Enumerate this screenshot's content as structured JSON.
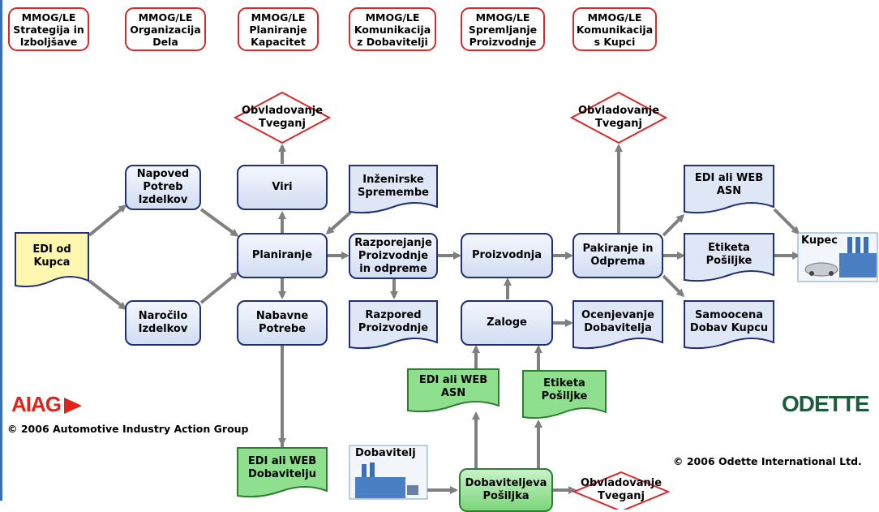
{
  "colors": {
    "accent_red": "#d62a2a",
    "process_border": "#1f2f7a",
    "doc_blue": "#dfe7f6",
    "doc_green": "#8ee08e",
    "doc_yellow": "#fff6b0"
  },
  "headers": [
    "MMOG/LE\nStrategija in\nIzboljšave",
    "MMOG/LE\nOrganizacija\nDela",
    "MMOG/LE\nPlaniranje\nKapacitet",
    "MMOG/LE\nKomunikacija\nz Dobavitelji",
    "MMOG/LE\nSpremljanje\nProizvodnje",
    "MMOG/LE\nKomunikacija\ns Kupci"
  ],
  "nodes": {
    "risk_top_left": "Obvladovanje\nTveganj",
    "risk_top_right": "Obvladovanje\nTveganj",
    "risk_bottom": "Obvladovanje\nTveganj",
    "edi_kupca": "EDI od\nKupca",
    "napoved": "Napoved\nPotreb\nIzdelkov",
    "narocilo": "Naročilo\nIzdelkov",
    "viri": "Viri",
    "planiranje": "Planiranje",
    "nabavne": "Nabavne\nPotrebe",
    "inzenirske": "Inženirske\nSpremembe",
    "razporejanje": "Razporejanje\nProizvodnje\nin odpreme",
    "razpored": "Razpored\nProizvodnje",
    "proizvodnja": "Proizvodnja",
    "zaloge": "Zaloge",
    "ocenjevanje": "Ocenjevanje\nDobavitelja",
    "pakiranje": "Pakiranje in\nOdprema",
    "edi_asn_top": "EDI ali WEB\nASN",
    "etiketa_top": "Etiketa\nPošiljke",
    "samoocena": "Samoocena\nDobav Kupcu",
    "kupec": "Kupec",
    "edi_asn_bottom": "EDI ali WEB\nASN",
    "etiketa_bottom": "Etiketa\nPošiljke",
    "edi_dobavitelju": "EDI ali WEB\nDobavitelju",
    "dobavitelj": "Dobavitelj",
    "dobaviteljeva": "Dobaviteljeva\nPošiljka"
  },
  "logos": {
    "aiag": "AIAG",
    "odette": "ODETTE"
  },
  "copyright": {
    "aiag": "© 2006 Automotive Industry Action Group",
    "odette": "© 2006 Odette International Ltd."
  }
}
